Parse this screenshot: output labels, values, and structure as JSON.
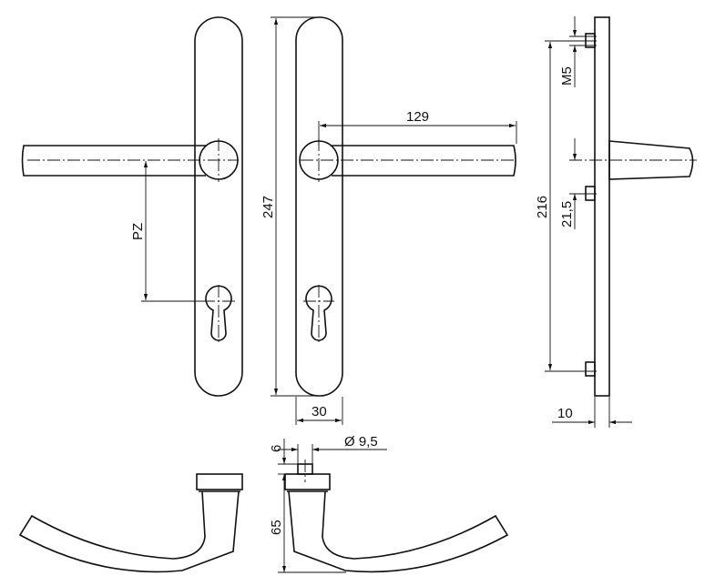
{
  "drawing": {
    "dimensions": {
      "pz": "PZ",
      "plate_length": "247",
      "handle_length": "129",
      "plate_width": "30",
      "screw_spacing": "216",
      "thread": "M5",
      "offset": "21,5",
      "plate_thickness": "10",
      "spindle_height": "6",
      "spindle_diameter": "Ø 9,5",
      "handle_height": "65"
    },
    "colors": {
      "line": "#111111",
      "background": "#ffffff"
    }
  }
}
